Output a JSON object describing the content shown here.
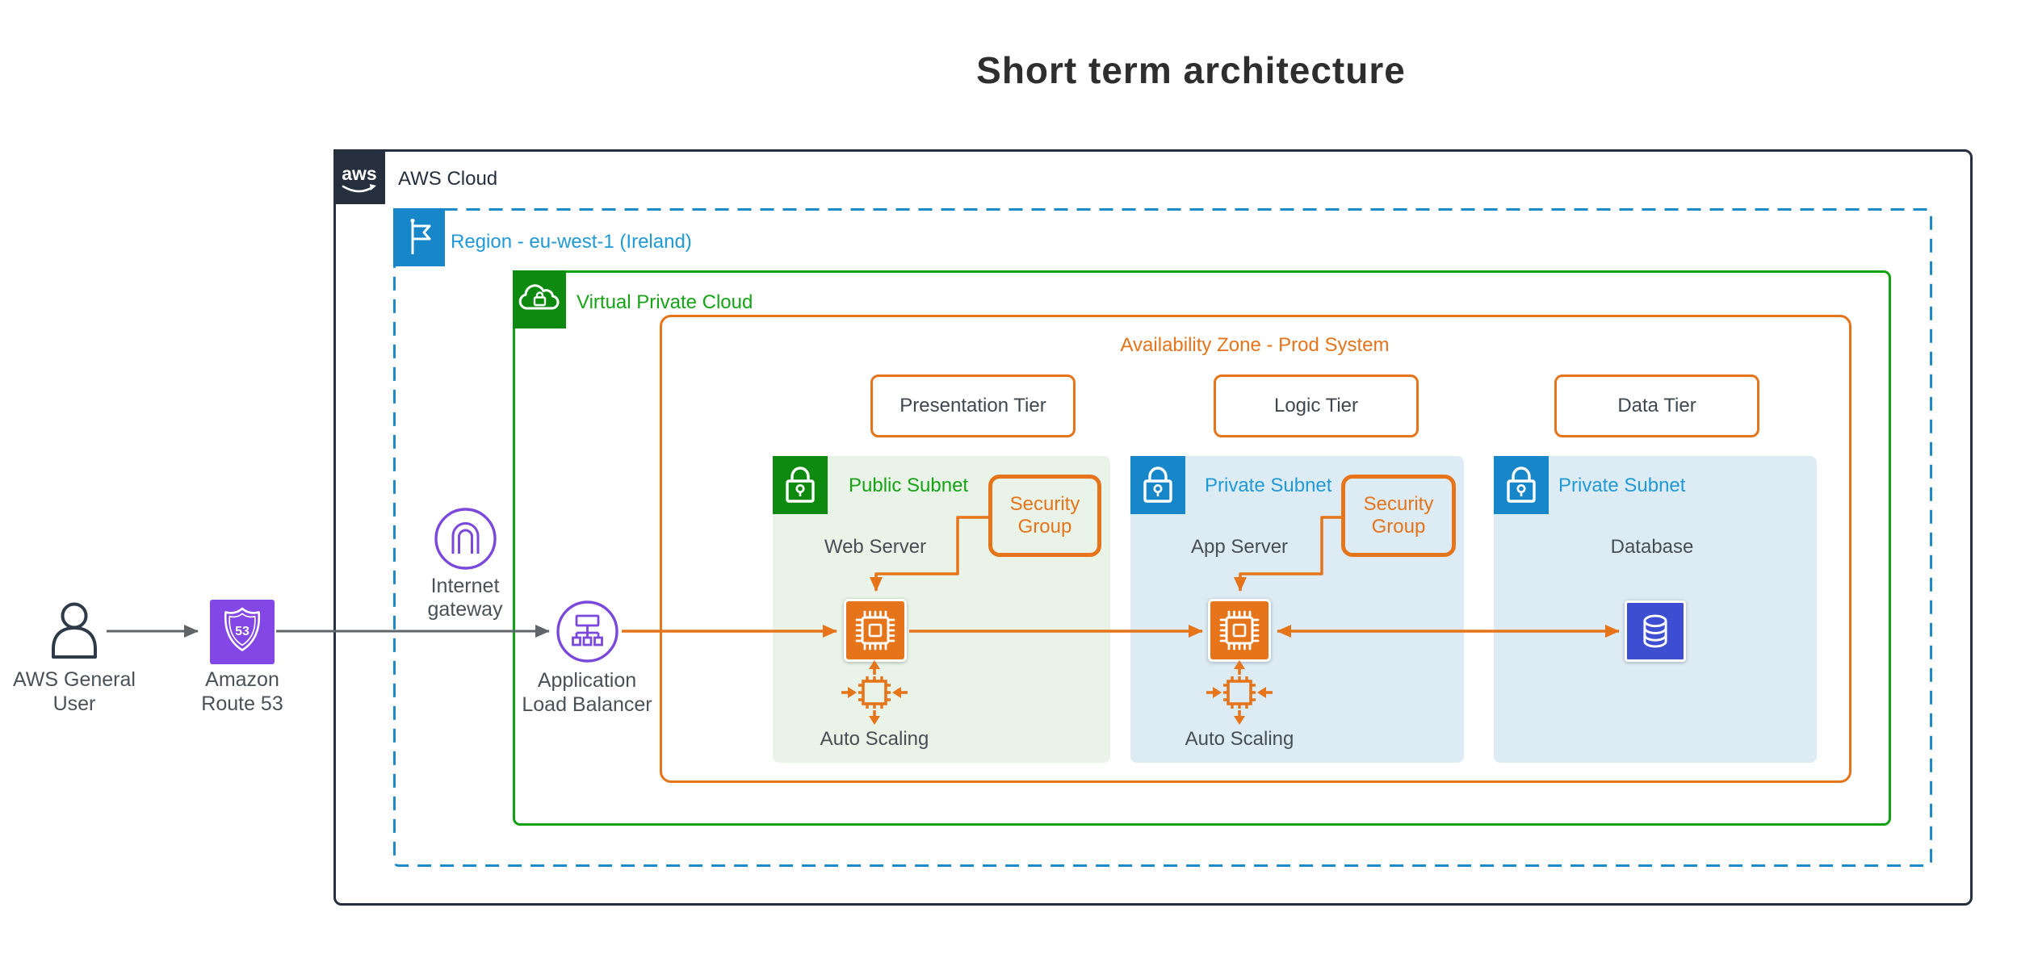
{
  "title": "Short term architecture",
  "cloud": {
    "label": "AWS Cloud",
    "icon": "aws-logo-icon"
  },
  "region": {
    "label": "Region - eu-west-1 (Ireland)",
    "icon": "region-flag-icon"
  },
  "vpc": {
    "label": "Virtual Private Cloud",
    "icon": "vpc-cloud-lock-icon"
  },
  "availability_zone": {
    "label": "Availability Zone - Prod System"
  },
  "tiers": [
    {
      "label": "Presentation Tier"
    },
    {
      "label": "Logic Tier"
    },
    {
      "label": "Data Tier"
    }
  ],
  "subnets": [
    {
      "label": "Public Subnet",
      "icon": "public-subnet-lock-icon",
      "server": {
        "label": "Web Server",
        "icon": "ec2-chip-icon"
      },
      "security_group": "Security Group",
      "auto_scaling": {
        "label": "Auto Scaling",
        "icon": "auto-scaling-icon"
      }
    },
    {
      "label": "Private Subnet",
      "icon": "private-subnet-lock-icon",
      "server": {
        "label": "App Server",
        "icon": "ec2-chip-icon"
      },
      "security_group": "Security Group",
      "auto_scaling": {
        "label": "Auto Scaling",
        "icon": "auto-scaling-icon"
      }
    },
    {
      "label": "Private Subnet",
      "icon": "private-subnet-lock-icon",
      "server": {
        "label": "Database",
        "icon": "database-icon"
      }
    }
  ],
  "external": {
    "user": {
      "label": "AWS General User",
      "icon": "user-icon"
    },
    "route53": {
      "label": "Amazon Route 53",
      "icon": "route53-shield-icon"
    },
    "internet_gateway": {
      "label": "Internet gateway",
      "icon": "internet-gateway-icon"
    },
    "load_balancer": {
      "label": "Application Load Balancer",
      "icon": "load-balancer-icon"
    }
  },
  "connections": [
    {
      "from": "AWS General User",
      "to": "Amazon Route 53",
      "direction": "one-way"
    },
    {
      "from": "Amazon Route 53",
      "to": "Application Load Balancer",
      "direction": "one-way"
    },
    {
      "from": "Application Load Balancer",
      "to": "Web Server",
      "direction": "one-way"
    },
    {
      "from": "Web Server",
      "to": "App Server",
      "direction": "one-way"
    },
    {
      "from": "App Server",
      "to": "Database",
      "direction": "two-way"
    },
    {
      "from": "Security Group",
      "to": "Web Server",
      "direction": "one-way"
    },
    {
      "from": "Security Group",
      "to": "App Server",
      "direction": "one-way"
    }
  ],
  "colors": {
    "aws_dark": "#252F3E",
    "region_blue_border": "#1E8BC9",
    "region_blue_icon": "#1787C9",
    "blue_text": "#209AD6",
    "vpc_green_border": "#12A112",
    "green_icon": "#0E8A10",
    "green_text": "#16A316",
    "orange": "#E5741A",
    "public_subnet_bg": "#E9F3E7",
    "private_subnet_bg": "#DDEBF5",
    "database_blue": "#3E4ED2",
    "route53_purple": "#8247E5",
    "gateway_purple": "#7A48DB",
    "gray_line": "#5F6569",
    "text_gray": "#474F56"
  }
}
